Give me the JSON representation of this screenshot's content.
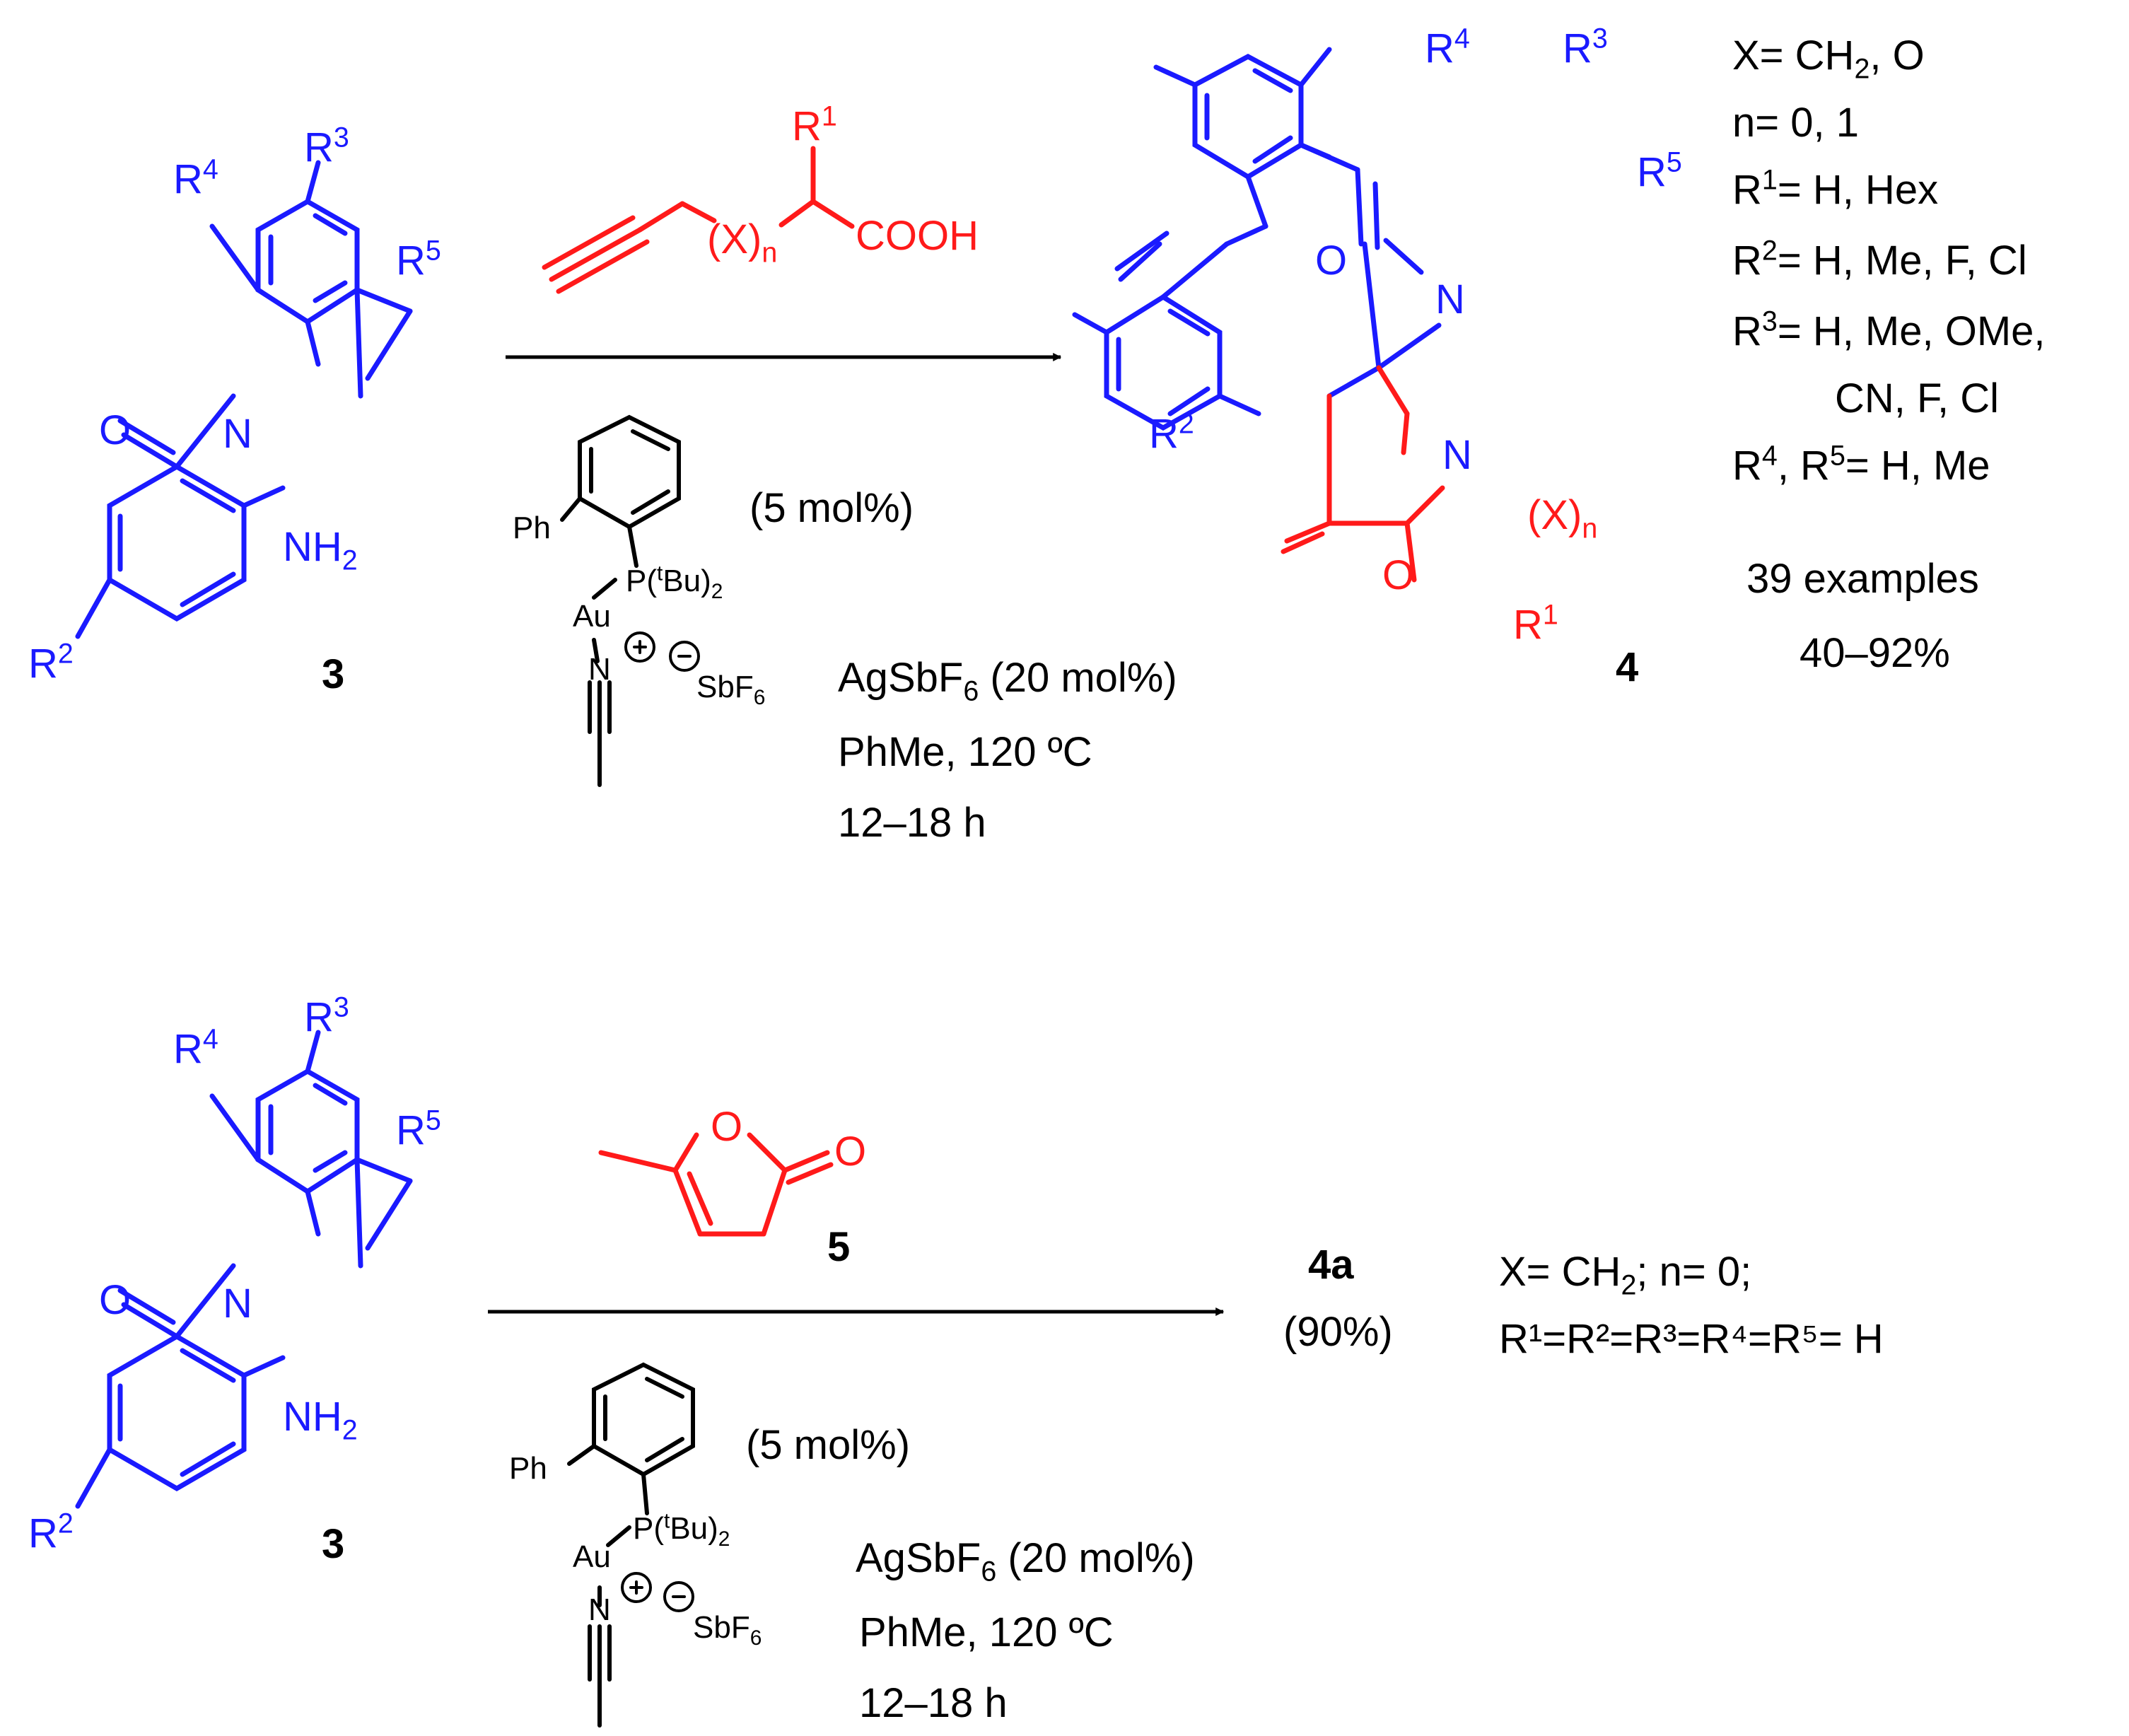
{
  "colors": {
    "indole": "#1a1aff",
    "reagent": "#ff1a1a",
    "catalyst": "#000000"
  },
  "labels": {
    "cmpd_3": "3",
    "cmpd_4": "4",
    "cmpd_5": "5",
    "cmpd_4a": "4a",
    "yield_4a": "(90%)"
  },
  "atoms": {
    "N": "N",
    "O": "O",
    "NH": "NH",
    "two": "2",
    "R": "R",
    "r1": "1",
    "r2": "2",
    "r3": "3",
    "r4": "4",
    "r5": "5",
    "COOH": "COOH",
    "X_open": "(X)",
    "n": "n",
    "Ph": "Ph",
    "P": "P(",
    "t": "t",
    "Bu": "Bu)",
    "Au": "Au",
    "SbF": "SbF",
    "six": "6",
    "plus": "+",
    "minus": "−"
  },
  "conditions": {
    "catalyst_loading": "(5 mol%)",
    "silver_salt": "AgSbF",
    "silver_sub": "6",
    "silver_loading": " (20 mol%)",
    "solvent_temp": "PhMe, 120 ºC",
    "time": "12–18 h"
  },
  "scope": {
    "line1_a": "X= CH",
    "line1_sub": "2",
    "line1_b": ", O",
    "line2": "n= 0, 1",
    "line3_sup": "1",
    "line3": "= H, Hex",
    "line4_sup": "2",
    "line4": "= H, Me, F, Cl",
    "line5_sup": "3",
    "line5": "= H, Me, OMe,",
    "line6": "CN, F, Cl",
    "line7_sup1": "4",
    "line7_mid": ", R",
    "line7_sup2": "5",
    "line7": "= H, Me",
    "examples": "39 examples",
    "yield_range": "40–92%"
  },
  "scope_4a": {
    "line1_a": "X= CH",
    "line1_sub": "2",
    "line1_b": "; n= 0;",
    "line2": "R¹=R²=R³=R⁴=R⁵= H"
  }
}
